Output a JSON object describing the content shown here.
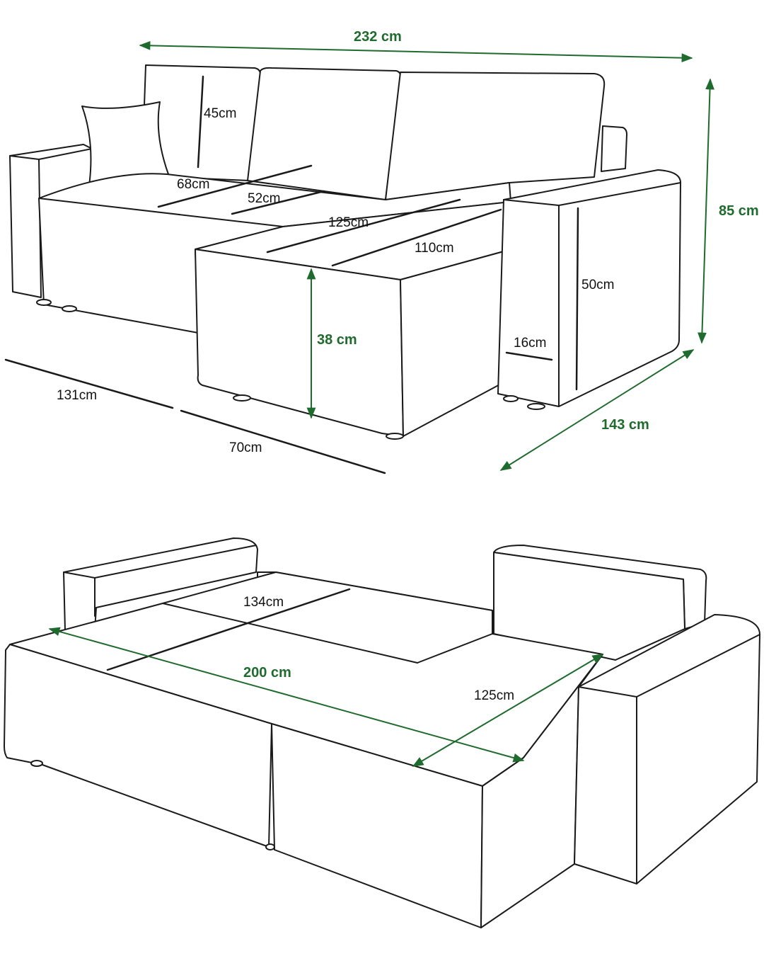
{
  "colors": {
    "outline": "#1a1a1a",
    "dimension_green": "#1f6b2e",
    "background": "#ffffff"
  },
  "top_view": {
    "total_width": "232 cm",
    "total_height": "85 cm",
    "chaise_depth": "143 cm",
    "seat_height": "38 cm",
    "backrest_height": "45cm",
    "seat_depth": "68cm",
    "seat_depth_inner": "52cm",
    "chaise_length": "125cm",
    "chaise_length_inner": "110cm",
    "armrest_height": "50cm",
    "armrest_width": "16cm",
    "base_length": "131cm",
    "chaise_width": "70cm"
  },
  "bed_view": {
    "sleeping_width": "134cm",
    "sleeping_length": "200 cm",
    "chaise_sleep_length": "125cm"
  }
}
